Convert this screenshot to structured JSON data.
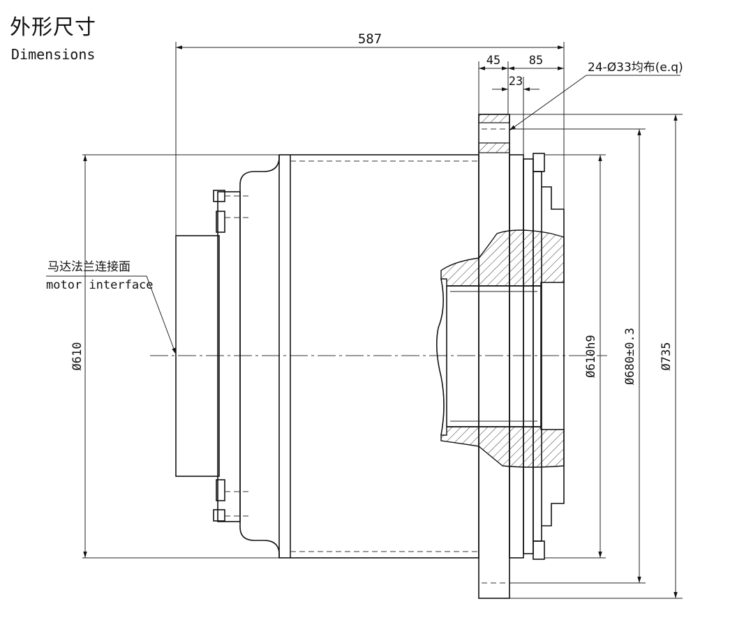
{
  "title": {
    "cn": "外形尺寸",
    "en": "Dimensions"
  },
  "dimensions": {
    "overall_length": "587",
    "flange_width": "45",
    "flange_to_end": "85",
    "hole_offset": "23",
    "bolt_holes": "24-Ø33均布(e.q)",
    "body_diameter": "Ø610",
    "spigot_diameter": "Ø610h9",
    "bolt_circle": "Ø680±0.3",
    "flange_diameter": "Ø735"
  },
  "callouts": {
    "motor_interface_cn": "马达法兰连接面",
    "motor_interface_en": "motor interface"
  },
  "colors": {
    "line": "#111111",
    "hatch": "#333333",
    "background": "#ffffff"
  }
}
